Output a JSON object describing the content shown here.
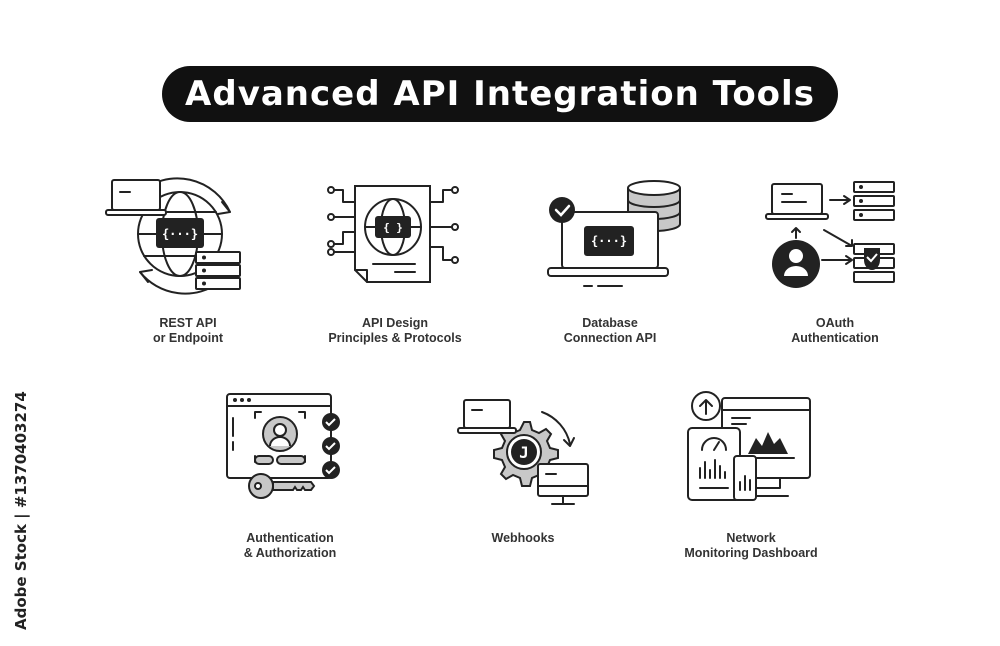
{
  "title": "Advanced API Integration Tools",
  "side_credit": "Adobe Stock | #1370403274",
  "icons": [
    {
      "name": "rest-api",
      "line1": "REST API",
      "line2": "or Endpoint"
    },
    {
      "name": "api-design",
      "line1": "API Design",
      "line2": "Principles & Protocols"
    },
    {
      "name": "database-connection-api",
      "line1": "Database",
      "line2": "Connection API"
    },
    {
      "name": "oauth",
      "line1": "OAuth",
      "line2": "Authentication"
    },
    {
      "name": "authentication-authorization",
      "line1": "Authentication",
      "line2": "& Authorization"
    },
    {
      "name": "webhooks",
      "line1": "Webhooks",
      "line2": ""
    },
    {
      "name": "network-monitoring-dashboard",
      "line1": "Network",
      "line2": "Monitoring Dashboard"
    }
  ],
  "code_glyphs": {
    "dots": "{···}",
    "braces": "{ }",
    "hook": "J"
  }
}
